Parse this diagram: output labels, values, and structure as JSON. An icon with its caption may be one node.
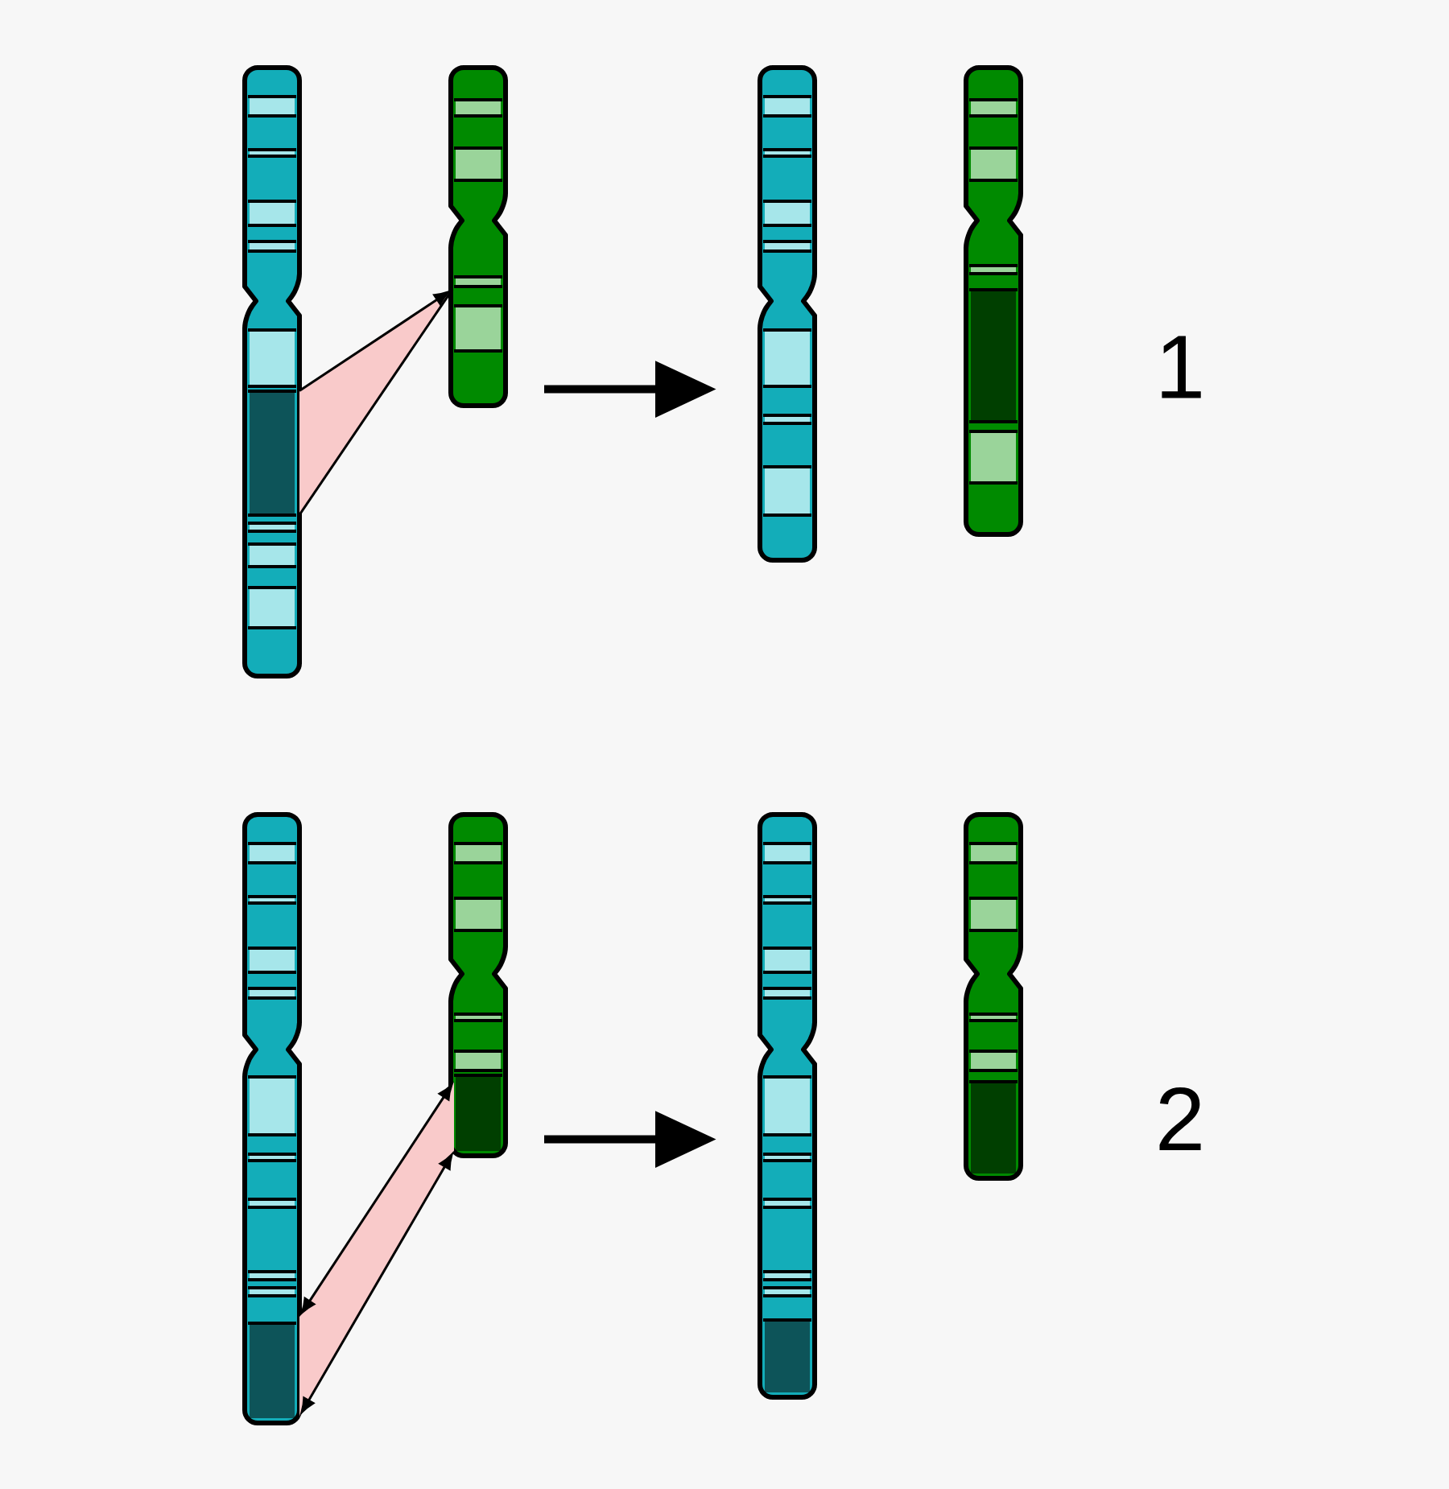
{
  "diagram": {
    "nodes": [
      {
        "text": [],
        "shape": "bar"
      },
      {
        "text": [],
        "shape": "bar"
      },
      {
        "text": [],
        "shape": "bar"
      },
      {
        "text": [],
        "shape": "bar"
      },
      {
        "text": [],
        "shape": "bar"
      },
      {
        "text": [],
        "shape": "bar"
      },
      {
        "text": [],
        "shape": "bar"
      },
      {
        "text": [],
        "shape": "bar"
      }
    ],
    "edges": [
      {
        "from": 0,
        "to": 1,
        "arrow": "to"
      },
      {
        "from": 0,
        "to": 1,
        "arrow": "none"
      },
      {
        "from": 1,
        "to": 2,
        "arrow": "to",
        "style": "thick"
      },
      {
        "from": 4,
        "to": 5,
        "arrow": "both"
      },
      {
        "from": 4,
        "to": 5,
        "arrow": "both"
      },
      {
        "from": 5,
        "to": 6,
        "arrow": "to",
        "style": "thick"
      }
    ],
    "labels": [
      "1",
      "2"
    ]
  }
}
